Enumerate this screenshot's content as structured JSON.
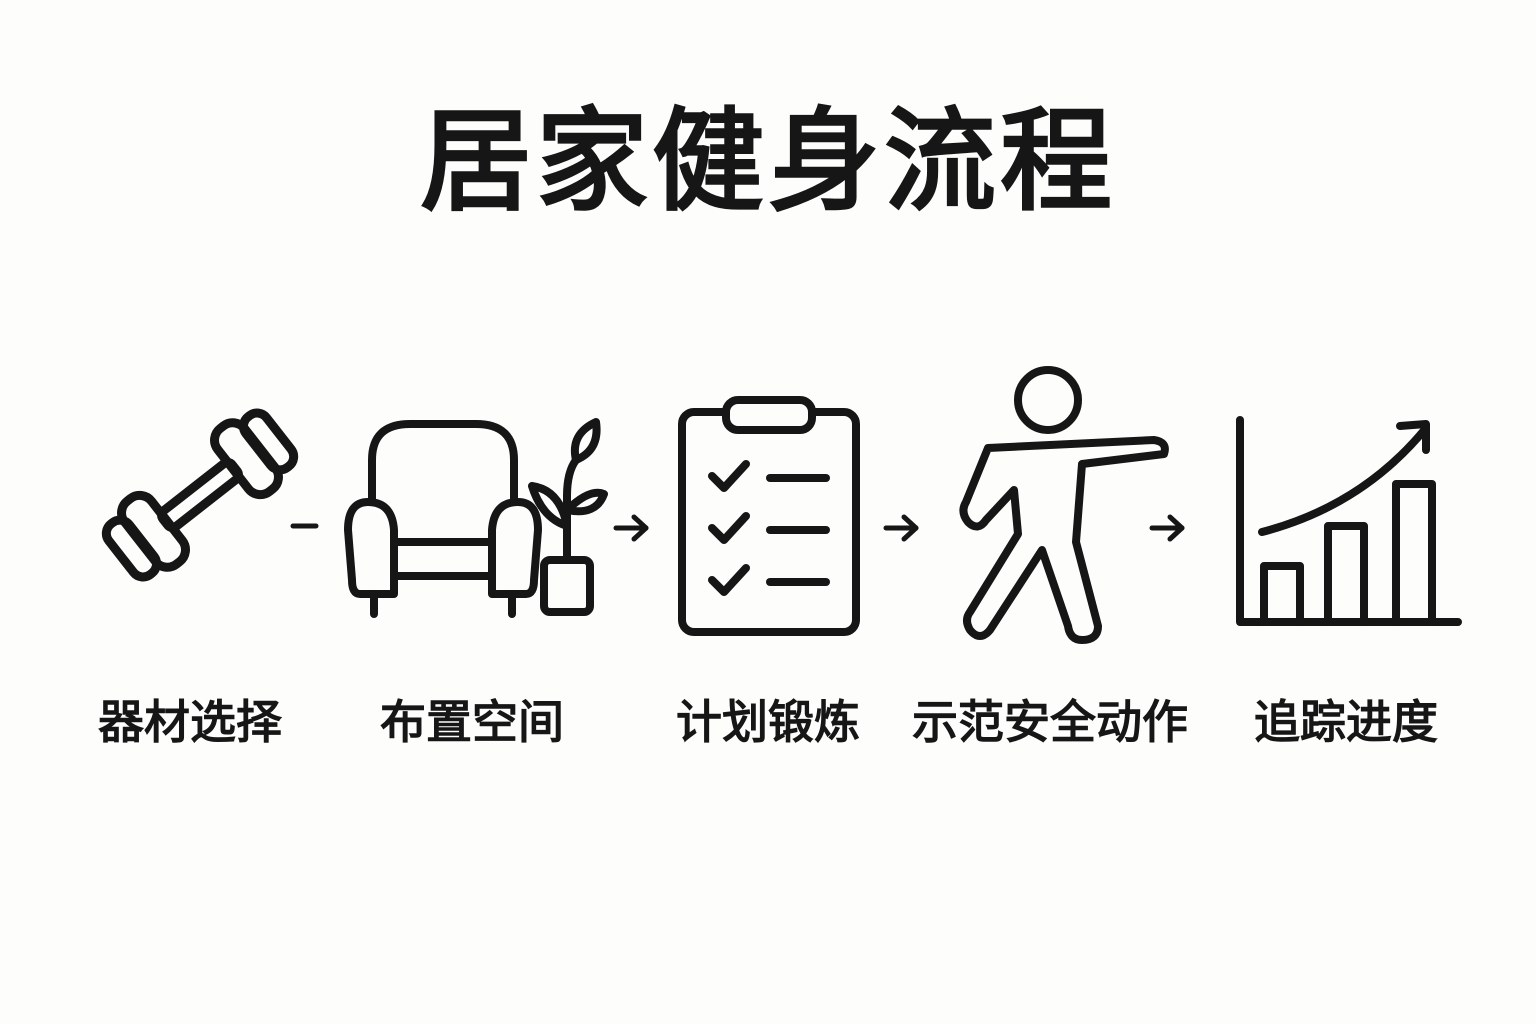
{
  "title": "居家健身流程",
  "steps": [
    {
      "label": "器材选择",
      "icon": "dumbbell-icon"
    },
    {
      "label": "布置空间",
      "icon": "armchair-plant-icon"
    },
    {
      "label": "计划锻炼",
      "icon": "clipboard-checklist-icon"
    },
    {
      "label": "示范安全动作",
      "icon": "exercise-person-icon"
    },
    {
      "label": "追踪进度",
      "icon": "bar-chart-trend-icon"
    }
  ],
  "colors": {
    "ink": "#161616",
    "background": "#fdfdfb"
  }
}
